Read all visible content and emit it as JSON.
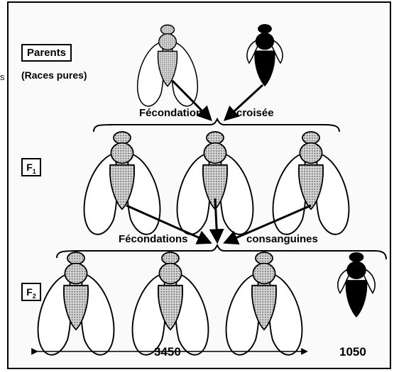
{
  "stray_letter": "s",
  "parents": {
    "title": "Parents",
    "subtitle": "(Races pures)"
  },
  "generations": {
    "f1": "F",
    "f1_sub": "1",
    "f2": "F",
    "f2_sub": "2"
  },
  "crosses": {
    "first": {
      "left": "Fécondation",
      "right": "croisée"
    },
    "second": {
      "left": "Fécondations",
      "right": "consanguines"
    }
  },
  "counts": {
    "left": "3450",
    "right": "1050"
  },
  "colors": {
    "grey_fly": "#b5b5b5",
    "black_fly": "#000000",
    "frame": "#000000"
  }
}
